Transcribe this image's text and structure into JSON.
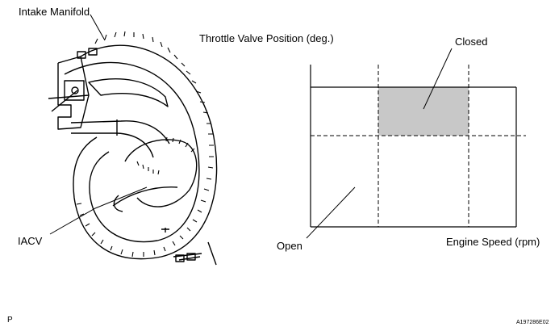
{
  "manifold_diagram": {
    "label_intake_manifold": "Intake Manifold",
    "label_iacv": "IACV"
  },
  "chart": {
    "ylabel": "Throttle Valve Position (deg.)",
    "xlabel": "Engine Speed (rpm)",
    "label_closed": "Closed",
    "label_open": "Open",
    "shade_color": "#c8c8c8"
  },
  "footer": {
    "left_code": "P",
    "right_code": "A197286E02"
  }
}
